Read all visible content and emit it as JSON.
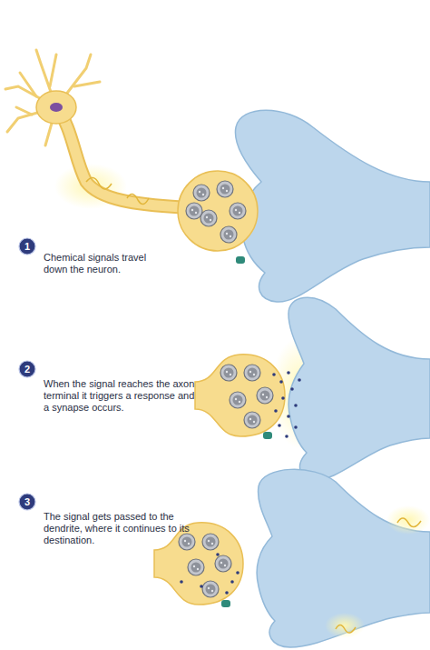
{
  "diagram": {
    "nodes": [
      {
        "text": [
          "1"
        ]
      },
      {
        "text": [
          "2"
        ]
      },
      {
        "text": [
          "3"
        ]
      }
    ],
    "labels": [
      "Chemical signals travel down the neuron.",
      "When the signal reaches the axon terminal it triggers a response and a synapse occurs.",
      "The signal gets passed to the dendrite, where it continues to its destination."
    ]
  }
}
